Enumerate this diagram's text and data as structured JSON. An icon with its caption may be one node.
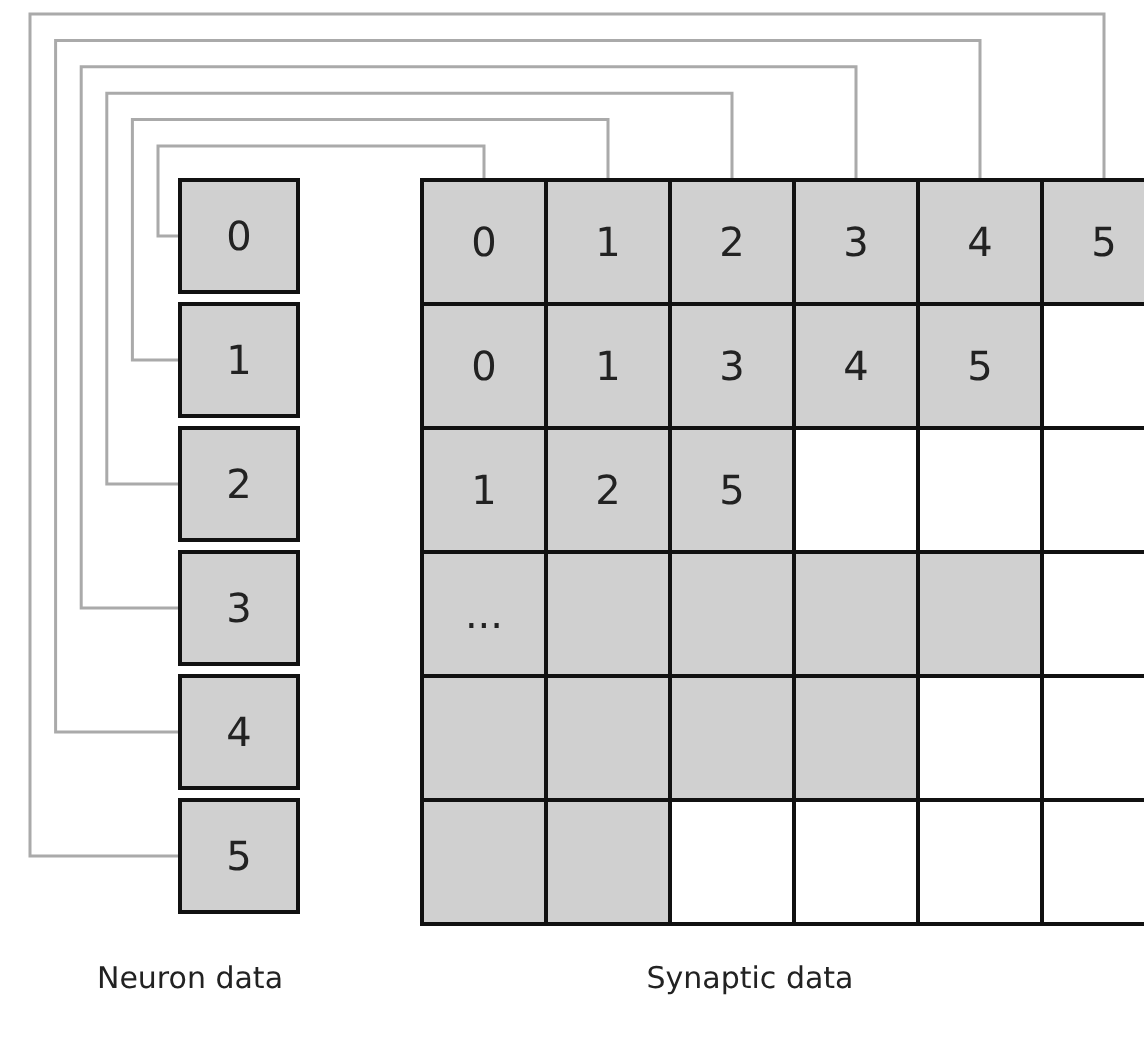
{
  "diagram": {
    "nodes": [
      {
        "text": [
          "0"
        ]
      },
      {
        "text": [
          "1"
        ]
      },
      {
        "text": [
          "2"
        ]
      },
      {
        "text": [
          "3"
        ]
      },
      {
        "text": [
          "4"
        ]
      },
      {
        "text": [
          "5"
        ]
      },
      {
        "text": [
          "0"
        ]
      },
      {
        "text": [
          "1"
        ]
      },
      {
        "text": [
          "2"
        ]
      },
      {
        "text": [
          "3"
        ]
      },
      {
        "text": [
          "4"
        ]
      },
      {
        "text": [
          "5"
        ]
      }
    ],
    "edges": [
      {
        "from": 0,
        "to": 6,
        "arrow": "none"
      },
      {
        "from": 1,
        "to": 7,
        "arrow": "none"
      },
      {
        "from": 2,
        "to": 8,
        "arrow": "none"
      },
      {
        "from": 3,
        "to": 9,
        "arrow": "none"
      },
      {
        "from": 4,
        "to": 10,
        "arrow": "none"
      },
      {
        "from": 5,
        "to": 11,
        "arrow": "none"
      }
    ],
    "labels": [
      "0",
      "1",
      "3",
      "4",
      "5",
      "1",
      "2",
      "5",
      "...",
      "Neuron data",
      "Synaptic data"
    ]
  }
}
